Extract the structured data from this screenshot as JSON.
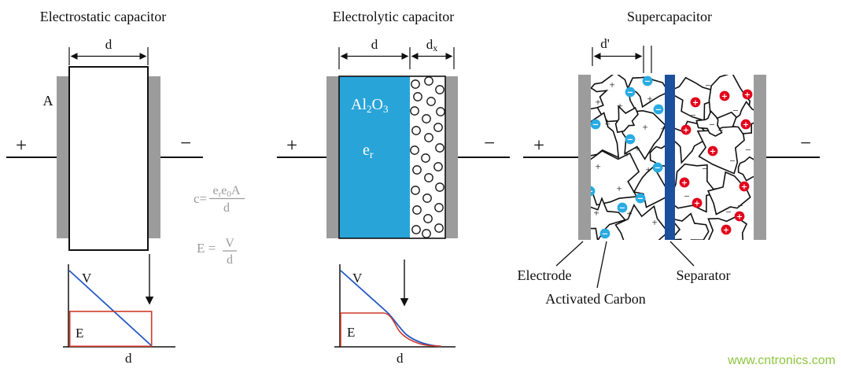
{
  "page": {
    "watermark": "www.cntronics.com"
  },
  "colors": {
    "electrode_gray": "#9c9c9c",
    "oxide_blue": "#29a4d9",
    "separator_blue": "#1c4f9c",
    "ion_negative": "#29abe2",
    "ion_positive": "#e2001a",
    "voltage_line": "#2457c5",
    "field_line": "#d03a28",
    "formula_gray": "#9b9b9b",
    "watermark_green": "#8dc63f",
    "ink": "#101010"
  },
  "symbols": {
    "plus": "+",
    "minus": "−"
  },
  "electrostatic": {
    "title": "Electrostatic capacitor",
    "dim_label": "d",
    "area_label": "A",
    "graph": {
      "voltage": "V",
      "field": "E",
      "axis": "d"
    }
  },
  "formulas": {
    "capacitance": {
      "lhs": "c=",
      "num_parts": [
        "e",
        "r",
        "e",
        "0",
        "A"
      ],
      "den": "d"
    },
    "field": {
      "lhs": "E =",
      "num": "V",
      "den": "d"
    }
  },
  "electrolytic": {
    "title": "Electrolytic capacitor",
    "dim_label": "d",
    "dim_x_parts": [
      "d",
      "x"
    ],
    "oxide_parts": [
      "Al",
      "2",
      "O",
      "3"
    ],
    "permittivity_parts": [
      "e",
      "r"
    ],
    "graph": {
      "voltage": "V",
      "field": "E",
      "axis": "d"
    }
  },
  "supercapacitor": {
    "title": "Supercapacitor",
    "dim_label": "d'",
    "labels": {
      "electrode": "Electrode",
      "activated_carbon": "Activated Carbon",
      "separator": "Separator"
    }
  }
}
